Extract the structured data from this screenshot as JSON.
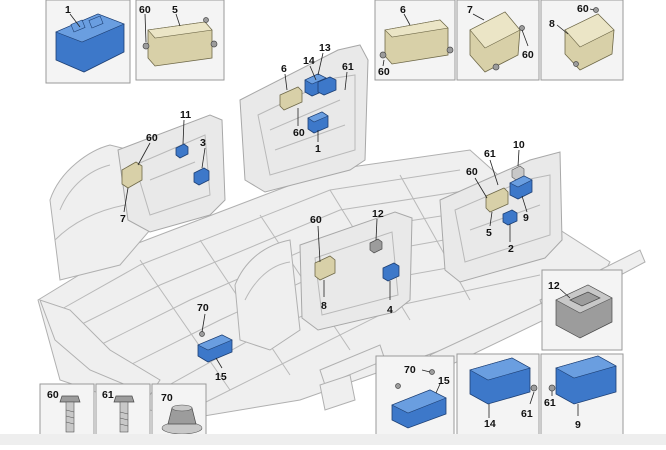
{
  "labels": {
    "p1": "1",
    "p5": "5",
    "p60a": "60",
    "p6": "6",
    "p60b": "60",
    "p7": "7",
    "p60c": "60",
    "p8": "8",
    "p60d": "60",
    "m13": "13",
    "m14": "14",
    "m6": "6",
    "m61": "61",
    "m60": "60",
    "m1": "1",
    "m11": "11",
    "m60e": "60",
    "m3": "3",
    "m7": "7",
    "m10": "10",
    "m61b": "61",
    "m60f": "60",
    "m9": "9",
    "m5": "5",
    "m2": "2",
    "m60g": "60",
    "m12": "12",
    "m8": "8",
    "m4": "4",
    "m70": "70",
    "m15": "15",
    "p12": "12",
    "b70": "70",
    "b15": "15",
    "b14": "14",
    "b61": "61",
    "b61b": "61",
    "b9": "9",
    "f60": "60",
    "f61": "61",
    "f70": "70"
  },
  "colors": {
    "module_blue": "#3d78c9",
    "module_tan": "#d8d0a8",
    "body_grey": "#efefef"
  }
}
